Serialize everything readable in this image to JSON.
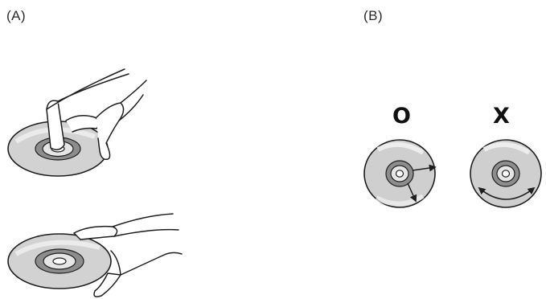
{
  "panels": {
    "a": {
      "label": "(A)"
    },
    "b": {
      "label": "(B)"
    }
  },
  "marks": {
    "correct": "O",
    "wrong": "X"
  },
  "colors": {
    "disc_outer": "#cfcfcf",
    "disc_ring": "#8a8a8a",
    "hub": "#e6e6e6",
    "stroke": "#1e1e1e",
    "highlight": "#f4f4f4"
  },
  "icons": {
    "disc": "compact-disc-icon",
    "hand": "hand-holding-disc-icon",
    "arrow_radial": "radial-wipe-arrow-icon",
    "arrow_circular": "circular-wipe-arrow-icon"
  }
}
